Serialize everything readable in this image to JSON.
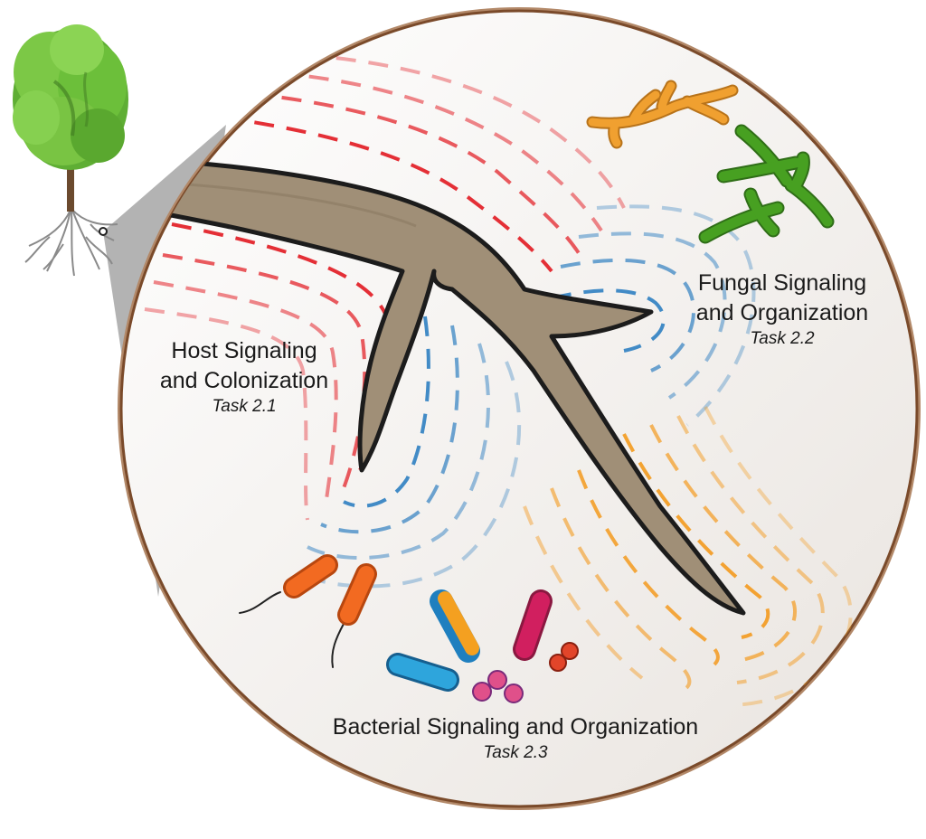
{
  "labels": {
    "host": {
      "line1": "Host Signaling",
      "line2": "and Colonization",
      "task": "Task 2.1"
    },
    "fungal": {
      "line1": "Fungal Signaling",
      "line2": "and Organization",
      "task": "Task 2.2"
    },
    "bacterial": {
      "line1": "Bacterial Signaling and Organization",
      "task": "Task 2.3"
    }
  },
  "colors": {
    "host_signal": "#e3242b",
    "fungal_signal": "#2f7fc1",
    "bacterial_signal": "#f39a1e",
    "root": "#a08f77",
    "circle_border": "#7a4a2a",
    "tree_foliage": "#6cbf3a",
    "fungus_orange": "#f0a030",
    "fungus_green": "#3a8a1e"
  },
  "icons": {
    "tree": "tree-icon",
    "root": "root-icon",
    "fungi": "fungal-hyphae-icon",
    "bacteria": "bacteria-icon"
  }
}
